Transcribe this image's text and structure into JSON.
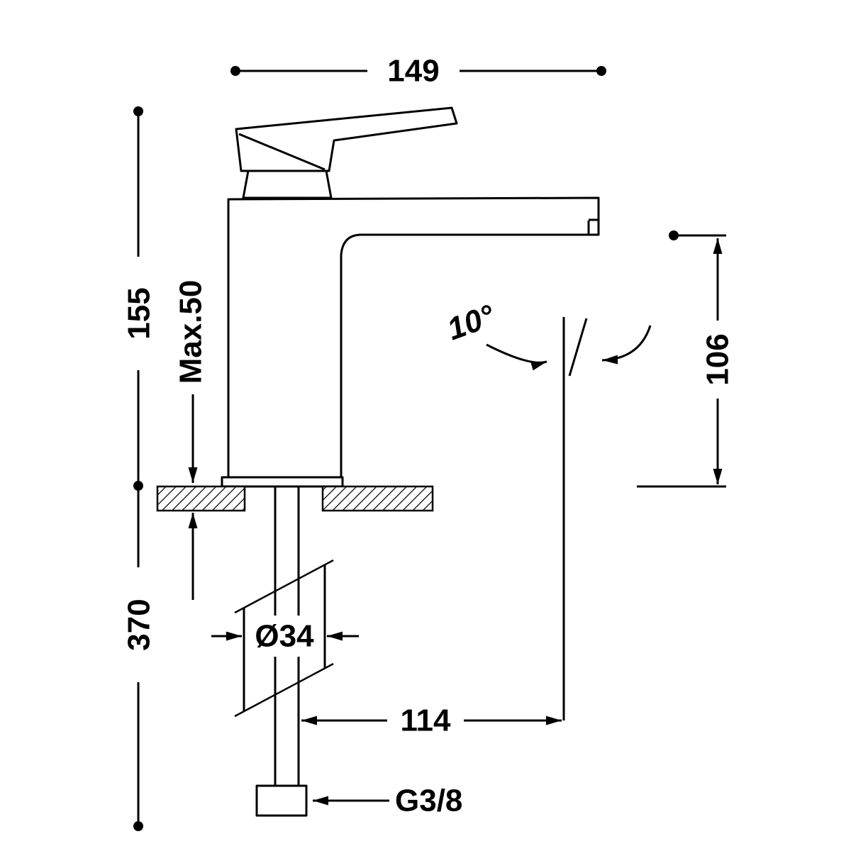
{
  "canvas": {
    "background": "#ffffff",
    "line_color": "#000000"
  },
  "dims": {
    "overall_width": "149",
    "total_height": "155",
    "max_deck_thickness": "Max.50",
    "spout_height": "106",
    "spout_angle": "10°",
    "under_counter_length": "370",
    "shank_diameter": "Ø34",
    "spout_reach": "114",
    "thread_size": "G3/8"
  }
}
